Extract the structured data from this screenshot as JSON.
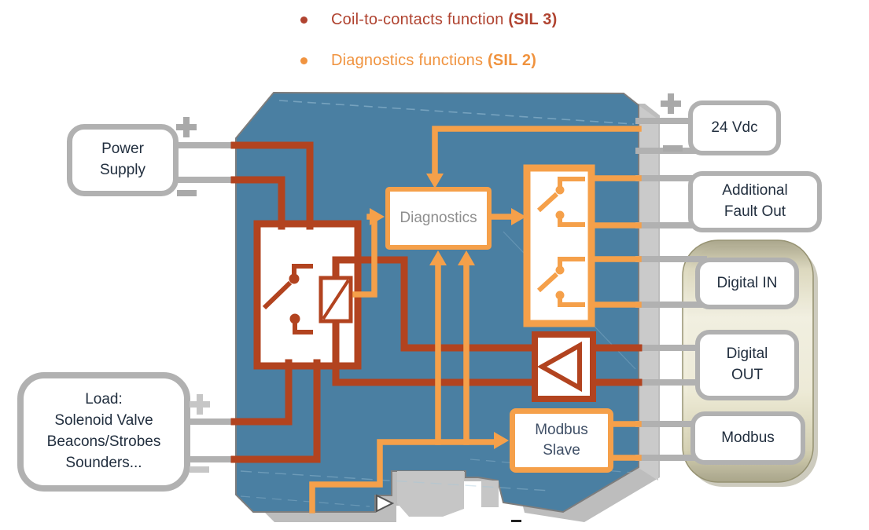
{
  "legend": {
    "items": [
      {
        "label": "Coil-to-contacts function",
        "sil": "(SIL 3)",
        "color": "#b04330"
      },
      {
        "label": "Diagnostics functions",
        "sil": "(SIL 2)",
        "color": "#f0933f"
      }
    ]
  },
  "boxes": {
    "power_supply": {
      "line1": "Power",
      "line2": "Supply"
    },
    "load": {
      "line1": "Load:",
      "line2": "Solenoid Valve",
      "line3": "Beacons/Strobes",
      "line4": "Sounders..."
    },
    "vdc24": {
      "label": "24 Vdc"
    },
    "additional_fault_out": {
      "line1": "Additional",
      "line2": "Fault Out"
    },
    "digital_in": {
      "label": "Digital IN"
    },
    "digital_out": {
      "line1": "Digital",
      "line2": "OUT"
    },
    "modbus": {
      "label": "Modbus"
    },
    "diagnostics": {
      "label": "Diagnostics"
    },
    "modbus_slave": {
      "line1": "Modbus",
      "line2": "Slave"
    }
  },
  "colors": {
    "coil_circuit": "#b2431f",
    "diagnostics_circuit": "#f5a04a",
    "module_body": "#4a7fa2",
    "wire_gray": "#b1b1b1",
    "label_text": "#222f3f",
    "diagnostics_label": "#8e8e8e"
  }
}
